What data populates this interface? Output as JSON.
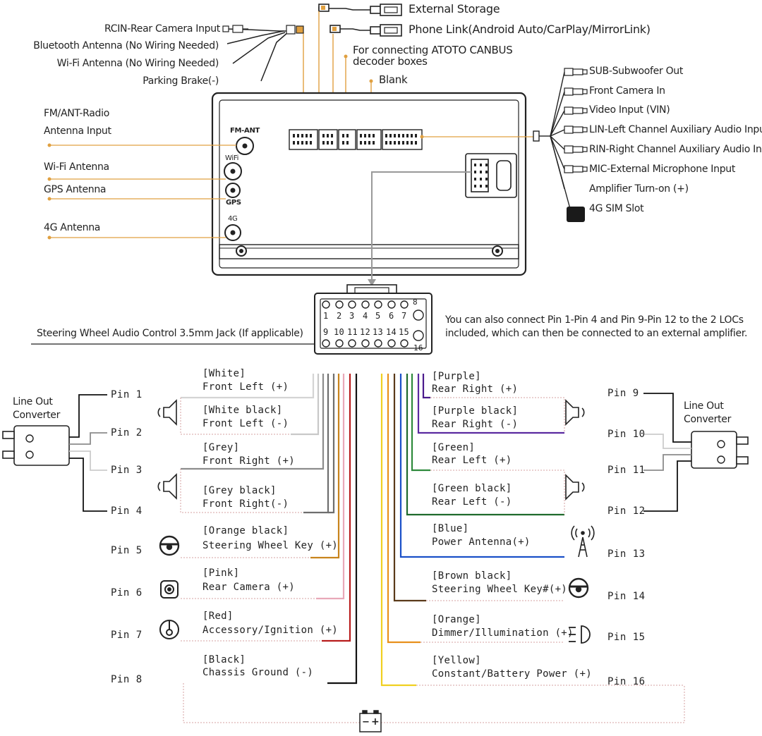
{
  "top": {
    "external_storage": "External Storage",
    "phone_link": "Phone Link(Android Auto/CarPlay/MirrorLink)",
    "canbus_line1": "For connecting ATOTO CANBUS",
    "canbus_line2": "decoder boxes",
    "blank": "Blank"
  },
  "left_cables": {
    "rcin": "RCIN-Rear Camera Input",
    "bt": "Bluetooth Antenna (No Wiring Needed)",
    "wifi": "Wi-Fi Antenna (No Wiring Needed)",
    "parking": "Parking Brake(-)"
  },
  "antennas": {
    "fm_line1": "FM/ANT-Radio",
    "fm_line2": "Antenna Input",
    "wifi": "Wi-Fi Antenna",
    "gps": "GPS Antenna",
    "g4": "4G Antenna"
  },
  "unit": {
    "fm_ant": "FM-ANT",
    "wifi": "WiFi",
    "gps": "GPS",
    "g4": "4G"
  },
  "right_cables": [
    "SUB-Subwoofer Out",
    "Front Camera In",
    "Video Input (VIN)",
    "LIN-Left Channel Auxiliary Audio Input",
    "RIN-Right Channel Auxiliary Audio Input",
    "MIC-External Microphone Input",
    "Amplifier Turn-on (+)",
    "4G SIM Slot"
  ],
  "connector": {
    "top_row": [
      "1",
      "2",
      "3",
      "4",
      "5",
      "6",
      "7"
    ],
    "pin8": "8",
    "bottom_row": [
      "9",
      "10",
      "11",
      "12",
      "13",
      "14",
      "15"
    ],
    "pin16": "16"
  },
  "steering_jack": "Steering Wheel Audio Control 3.5mm Jack (If applicable)",
  "loc_note_line1": "You can also connect Pin 1-Pin 4 and Pin 9-Pin 12 to the 2 LOCs",
  "loc_note_line2": "included, which can then be connected to an external amplifier.",
  "line_out_left": [
    "Line Out",
    "Converter"
  ],
  "line_out_right": [
    "Line Out",
    "Converter"
  ],
  "left_pins": [
    "Pin 1",
    "Pin 2",
    "Pin 3",
    "Pin 4",
    "Pin 5",
    "Pin 6",
    "Pin 7",
    "Pin 8"
  ],
  "right_pins": [
    "Pin 9",
    "Pin 10",
    "Pin 11",
    "Pin 12",
    "Pin 13",
    "Pin 14",
    "Pin 15",
    "Pin 16"
  ],
  "left_wires": [
    {
      "color": "[White]",
      "func": "Front Left (+)",
      "hex": "#d4d4d4"
    },
    {
      "color": "[White black]",
      "func": "Front Left (-)",
      "hex": "#c8c8c8"
    },
    {
      "color": "[Grey]",
      "func": "Front Right (+)",
      "hex": "#8c8c8c"
    },
    {
      "color": "[Grey black]",
      "func": "Front Right(-)",
      "hex": "#6e6e6e"
    },
    {
      "color": "[Orange black]",
      "func": "Steering Wheel Key (+)",
      "hex": "#c8841c"
    },
    {
      "color": "[Pink]",
      "func": "Rear Camera (+)",
      "hex": "#e8a8b8"
    },
    {
      "color": "[Red]",
      "func": "Accessory/Ignition (+)",
      "hex": "#b81c1c"
    },
    {
      "color": "[Black]",
      "func": "Chassis Ground (-)",
      "hex": "#111111"
    }
  ],
  "right_wires": [
    {
      "color": "[Purple]",
      "func": "Rear Right (+)",
      "hex": "#4a1a8c"
    },
    {
      "color": "[Purple black]",
      "func": "Rear Right (-)",
      "hex": "#5a2aa0"
    },
    {
      "color": "[Green]",
      "func": "Rear Left (+)",
      "hex": "#2e8a3c"
    },
    {
      "color": "[Green black]",
      "func": "Rear Left (-)",
      "hex": "#1e6a2c"
    },
    {
      "color": "[Blue]",
      "func": "Power Antenna(+)",
      "hex": "#1a50c8"
    },
    {
      "color": "[Brown black]",
      "func": "Steering Wheel Key#(+)",
      "hex": "#5a3a1a"
    },
    {
      "color": "[Orange]",
      "func": "Dimmer/Illumination (+)",
      "hex": "#e8901c"
    },
    {
      "color": "[Yellow]",
      "func": "Constant/Battery Power (+)",
      "hex": "#f0d020"
    }
  ],
  "battery": {
    "minus": "−",
    "plus": "+"
  },
  "accent": "#e0a040"
}
